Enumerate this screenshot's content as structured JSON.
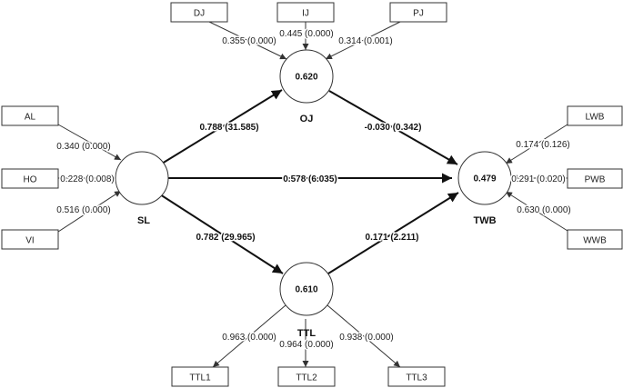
{
  "constructs": {
    "SL": {
      "name": "SL",
      "r2": ""
    },
    "OJ": {
      "name": "OJ",
      "r2": "0.620"
    },
    "TTL": {
      "name": "TTL",
      "r2": "0.610"
    },
    "TWB": {
      "name": "TWB",
      "r2": "0.479"
    }
  },
  "indicators": {
    "DJ": {
      "label": "DJ",
      "value": "0.355 (0.000)"
    },
    "IJ": {
      "label": "IJ",
      "value": "0.445 (0.000)"
    },
    "PJ": {
      "label": "PJ",
      "value": "0.314 (0.001)"
    },
    "AL": {
      "label": "AL",
      "value": "0.340 (0.000)"
    },
    "HO": {
      "label": "HO",
      "value": "0.228 (0.008)"
    },
    "VI": {
      "label": "VI",
      "value": "0.516 (0.000)"
    },
    "LWB": {
      "label": "LWB",
      "value": "0.174 (0.126)"
    },
    "PWB": {
      "label": "PWB",
      "value": "0.291 (0.020)"
    },
    "WWB": {
      "label": "WWB",
      "value": "0.630 (0.000)"
    },
    "TTL1": {
      "label": "TTL1",
      "value": "0.963 (0.000)"
    },
    "TTL2": {
      "label": "TTL2",
      "value": "0.964 (0.000)"
    },
    "TTL3": {
      "label": "TTL3",
      "value": "0.938 (0.000)"
    }
  },
  "paths": {
    "SL_OJ": "0.788 (31.585)",
    "SL_TWB": "0.578 (6.035)",
    "SL_TTL": "0.782 (29.965)",
    "OJ_TWB": "-0.030 (0.342)",
    "TTL_TWB": "0.171 (2.211)"
  }
}
